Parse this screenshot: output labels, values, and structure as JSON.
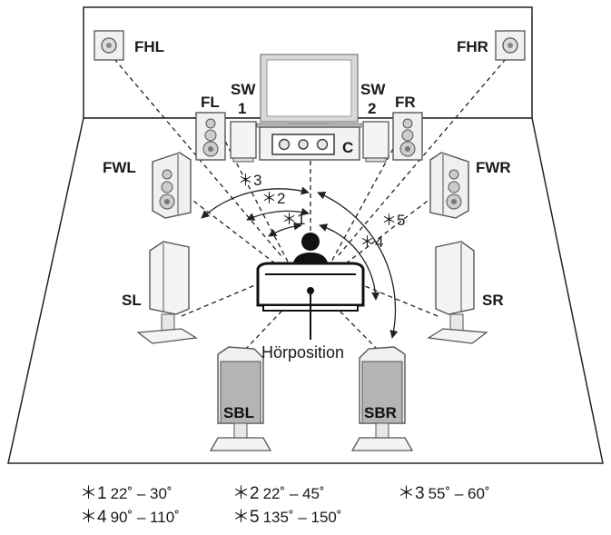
{
  "speakers": {
    "fhl": "FHL",
    "fhr": "FHR",
    "fl": "FL",
    "fr": "FR",
    "sw1": [
      "SW",
      "1"
    ],
    "sw2": [
      "SW",
      "2"
    ],
    "c": "C",
    "fwl": "FWL",
    "fwr": "FWR",
    "sl": "SL",
    "sr": "SR",
    "sbl": "SBL",
    "sbr": "SBR"
  },
  "listening_position": "Hörposition",
  "angle_markers": [
    "＊1",
    "＊2",
    "＊3",
    "＊4",
    "＊5"
  ],
  "legend": [
    {
      "mark": "＊1",
      "range": "22˚ – 30˚"
    },
    {
      "mark": "＊2",
      "range": "22˚ – 45˚"
    },
    {
      "mark": "＊3",
      "range": "55˚ – 60˚"
    },
    {
      "mark": "＊4",
      "range": "90˚ – 110˚"
    },
    {
      "mark": "＊5",
      "range": "135˚ – 150˚"
    }
  ],
  "colors": {
    "speaker_fill": "#f2f2f2",
    "speaker_dark": "#c8c8c8",
    "line": "#222222"
  }
}
